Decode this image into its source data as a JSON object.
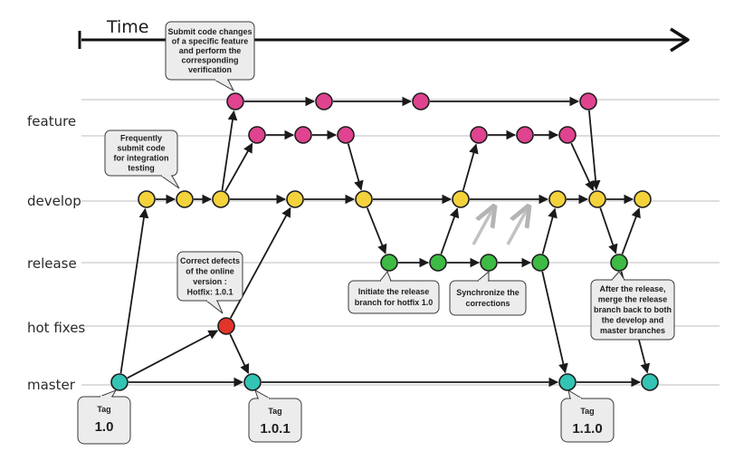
{
  "time_label": "Time",
  "lanes": [
    {
      "id": "feature",
      "label": "feature"
    },
    {
      "id": "develop",
      "label": "develop"
    },
    {
      "id": "release",
      "label": "release"
    },
    {
      "id": "hotfixes",
      "label": "hot fixes"
    },
    {
      "id": "master",
      "label": "master"
    }
  ],
  "colors": {
    "feature": "#e0438f",
    "develop": "#f4d23c",
    "release": "#3dbb45",
    "hotfix": "#e2352a",
    "master": "#33c4b4",
    "lane_line": "#d4d4d4",
    "arrow": "#1a1a1a",
    "callout_fill": "#ececec",
    "callout_stroke": "#3a3a3a"
  },
  "callouts": [
    {
      "id": "feature-note",
      "lines": [
        "Submit code changes",
        "of a specific feature",
        "and perform the",
        "corresponding",
        "verification"
      ]
    },
    {
      "id": "develop-note",
      "lines": [
        "Frequently",
        "submit code",
        "for integration",
        "testing"
      ]
    },
    {
      "id": "hotfix-note",
      "lines": [
        "Correct defects",
        "of the online",
        "version :",
        "Hotfix: 1.0.1"
      ]
    },
    {
      "id": "release-note",
      "lines": [
        "Initiate the release",
        "branch for hotfix 1.0"
      ]
    },
    {
      "id": "sync-note",
      "lines": [
        "Synchronize the",
        "corrections"
      ]
    },
    {
      "id": "after-release-note",
      "lines": [
        "After the release,",
        "merge the release",
        "branch back to both",
        "the develop and",
        "master branches"
      ]
    }
  ],
  "tags": [
    {
      "id": "tag-1-0",
      "label": "Tag",
      "version": "1.0"
    },
    {
      "id": "tag-1-0-1",
      "label": "Tag",
      "version": "1.0.1"
    },
    {
      "id": "tag-1-1-0",
      "label": "Tag",
      "version": "1.1.0"
    }
  ]
}
